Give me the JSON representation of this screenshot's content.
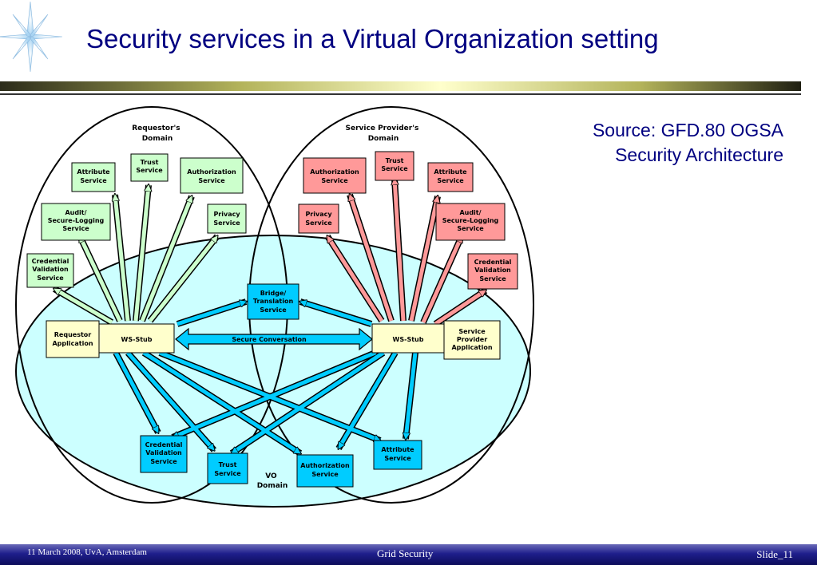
{
  "slide": {
    "title": "Security services in a Virtual Organization setting",
    "source_line1": "Source: GFD.80 OGSA",
    "source_line2": "Security Architecture",
    "footer_left": "11 March 2008, UvA, Amsterdam",
    "footer_center": "Grid Security",
    "footer_right": "Slide_11"
  },
  "colors": {
    "title": "#000080",
    "requestor_box": "#ccffcc",
    "provider_box": "#ff9999",
    "vo_box": "#00ccff",
    "stub_box": "#ffffcc",
    "vo_domain_fill": "#ccffff",
    "footer_band": "#1a1a80"
  },
  "diagram": {
    "requestor_domain": [
      "Requestor's",
      "Domain"
    ],
    "provider_domain": [
      "Service Provider's",
      "Domain"
    ],
    "vo_domain": [
      "VO",
      "Domain"
    ],
    "secure_conversation": "Secure Conversation",
    "requestor_services": {
      "trust": [
        "Trust",
        "Service"
      ],
      "attribute": [
        "Attribute",
        "Service"
      ],
      "authorization": [
        "Authorization",
        "Service"
      ],
      "audit": [
        "Audit/",
        "Secure-Logging",
        "Service"
      ],
      "privacy": [
        "Privacy",
        "Service"
      ],
      "credential": [
        "Credential",
        "Validation",
        "Service"
      ]
    },
    "provider_services": {
      "trust": [
        "Trust",
        "Service"
      ],
      "authorization": [
        "Authorization",
        "Service"
      ],
      "attribute": [
        "Attribute",
        "Service"
      ],
      "privacy": [
        "Privacy",
        "Service"
      ],
      "audit": [
        "Audit/",
        "Secure-Logging",
        "Service"
      ],
      "credential": [
        "Credential",
        "Validation",
        "Service"
      ]
    },
    "requestor_app": [
      "Requestor",
      "Application"
    ],
    "provider_app": [
      "Service",
      "Provider",
      "Application"
    ],
    "ws_stub_left": "WS-Stub",
    "ws_stub_right": "WS-Stub",
    "bridge": [
      "Bridge/",
      "Translation",
      "Service"
    ],
    "vo_services": {
      "credential": [
        "Credential",
        "Validation",
        "Service"
      ],
      "trust": [
        "Trust",
        "Service"
      ],
      "authorization": [
        "Authorization",
        "Service"
      ],
      "attribute": [
        "Attribute",
        "Service"
      ]
    }
  }
}
